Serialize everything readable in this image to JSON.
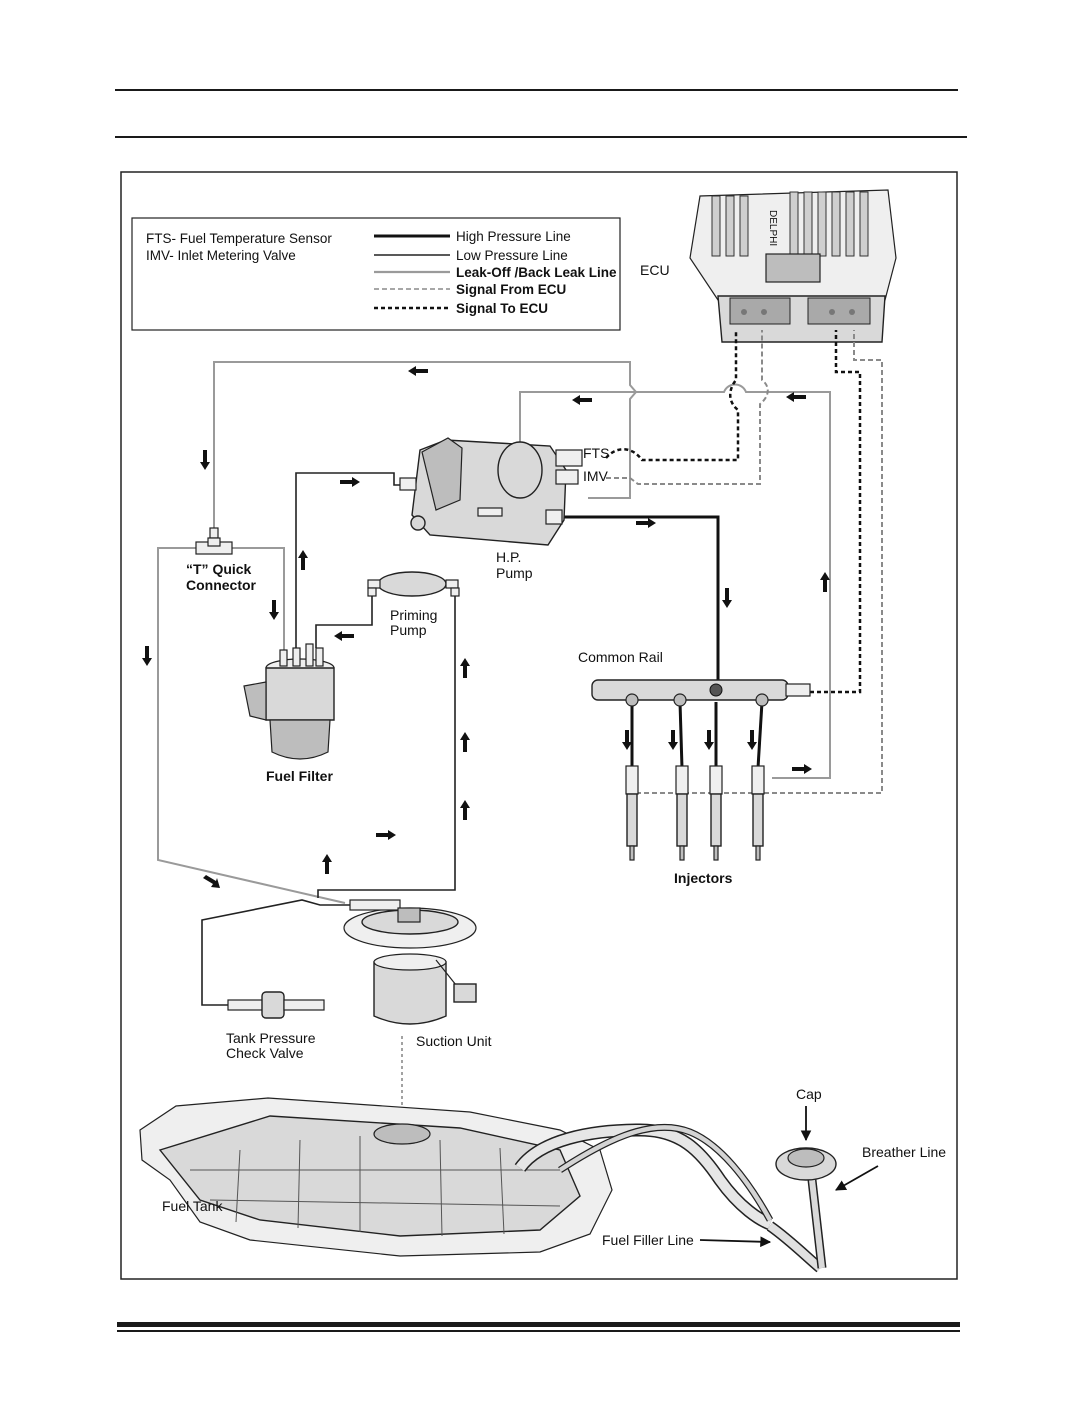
{
  "legend": {
    "abbreviations": [
      "FTS- Fuel Temperature Sensor",
      "IMV-  Inlet Metering Valve"
    ],
    "lines": [
      {
        "label": "High Pressure Line",
        "style": "solid-thick",
        "color": "#111111"
      },
      {
        "label": "Low Pressure Line",
        "style": "solid-thin",
        "color": "#222222"
      },
      {
        "label": "Leak-Off /Back Leak Line",
        "style": "solid-grey",
        "color": "#9a9a9a"
      },
      {
        "label": "Signal From ECU",
        "style": "dashed-grey",
        "color": "#8a8a8a"
      },
      {
        "label": "Signal To ECU",
        "style": "dashed-black",
        "color": "#111111"
      }
    ]
  },
  "labels": {
    "ecu": "ECU",
    "fts": "FTS",
    "imv": "IMV",
    "hp_pump": [
      "H.P.",
      "Pump"
    ],
    "t_connector": [
      "“T” Quick",
      "Connector"
    ],
    "priming_pump": [
      "Priming",
      "Pump"
    ],
    "common_rail": "Common Rail",
    "fuel_filter": "Fuel Filter",
    "injectors": "Injectors",
    "tank_check_valve": [
      "Tank Pressure",
      "Check Valve"
    ],
    "suction_unit": "Suction Unit",
    "cap": "Cap",
    "breather_line": "Breather Line",
    "fuel_tank": "Fuel Tank",
    "fuel_filler_line": "Fuel Filler Line"
  },
  "ecu_brand": "DELPHI",
  "colors": {
    "high_pressure": "#111111",
    "low_pressure": "#222222",
    "leak_off": "#9a9a9a",
    "signal_from_ecu": "#8a8a8a",
    "signal_to_ecu": "#111111"
  }
}
